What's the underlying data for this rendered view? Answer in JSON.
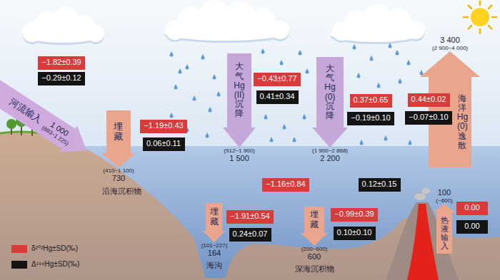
{
  "diagram": {
    "nodes": [
      {
        "text": [
          "河流输入",
          "1 000",
          "(893~1 225)"
        ]
      },
      {
        "text": [
          "−1.82±0.39"
        ]
      },
      {
        "text": [
          "−0.29±0.12"
        ]
      },
      {
        "text": [
          "埋藏",
          "(410~1 100)",
          "730"
        ]
      },
      {
        "text": [
          "−1.19±0.43"
        ]
      },
      {
        "text": [
          "0.06±0.11"
        ]
      },
      {
        "text": [
          "大气Hg(II)沉降",
          "(912~1 900)",
          "1 500"
        ]
      },
      {
        "text": [
          "−0.43±0.77"
        ]
      },
      {
        "text": [
          "0.41±0.34"
        ]
      },
      {
        "text": [
          "大气Hg(0)沉降",
          "(1 900~2 868)",
          "2 200"
        ]
      },
      {
        "text": [
          "0.37±0.65"
        ]
      },
      {
        "text": [
          "−0.19±0.10"
        ]
      },
      {
        "text": [
          "3 400",
          "(2 900~4 000)",
          "海洋Hg(0)逸散"
        ]
      },
      {
        "text": [
          "0.44±0.02"
        ]
      },
      {
        "text": [
          "−0.07±0.10"
        ]
      },
      {
        "text": [
          "−1.16±0.84"
        ]
      },
      {
        "text": [
          "0.12±0.15"
        ]
      },
      {
        "text": [
          "埋藏",
          "(101~227)",
          "164"
        ]
      },
      {
        "text": [
          "−1.91±0.54"
        ]
      },
      {
        "text": [
          "0.24±0.07"
        ]
      },
      {
        "text": [
          "埋藏",
          "(200~600)",
          "600"
        ]
      },
      {
        "text": [
          "−0.99±0.39"
        ]
      },
      {
        "text": [
          "0.10±0.10"
        ]
      },
      {
        "text": [
          "100",
          "(~600)",
          "热液输入"
        ]
      },
      {
        "text": [
          "0.00"
        ]
      },
      {
        "text": [
          "0.00"
        ]
      }
    ],
    "labels": [
      "沿海沉积物",
      "海沟",
      "深海沉积物"
    ],
    "legend": [
      {
        "text": "δ²⁰²Hg±SD(‰)",
        "color": "#d93a3a"
      },
      {
        "text": "Δ¹⁹⁹Hg±SD(‰)",
        "color": "#141414"
      }
    ]
  }
}
